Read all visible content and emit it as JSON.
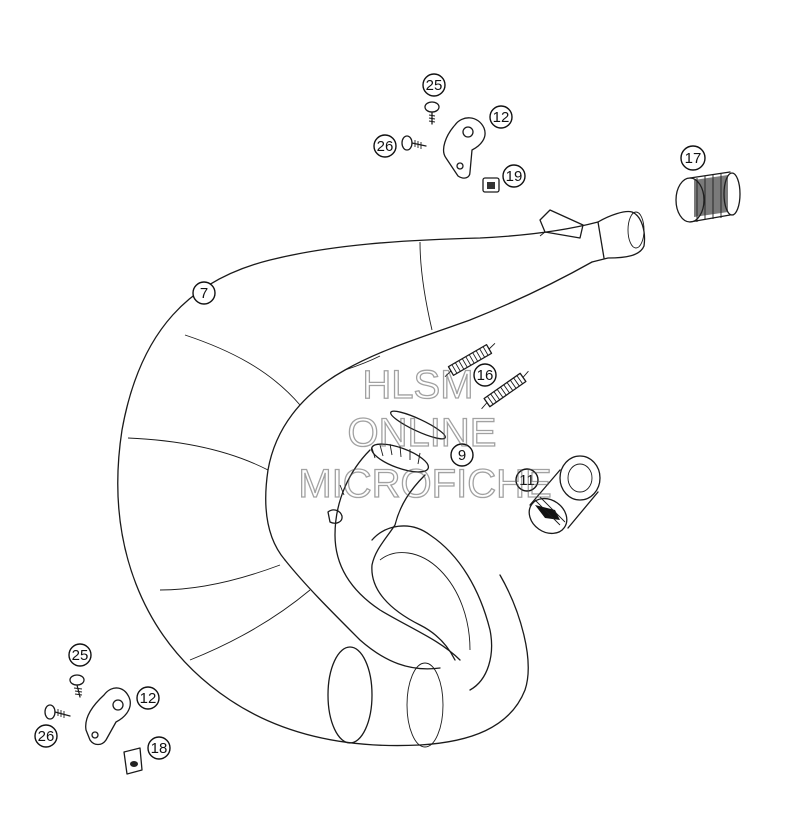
{
  "callouts": [
    {
      "id": "c-25-top",
      "label": "25"
    },
    {
      "id": "c-12-top",
      "label": "12"
    },
    {
      "id": "c-26-top",
      "label": "26"
    },
    {
      "id": "c-19",
      "label": "19"
    },
    {
      "id": "c-17",
      "label": "17"
    },
    {
      "id": "c-7",
      "label": "7"
    },
    {
      "id": "c-16",
      "label": "16"
    },
    {
      "id": "c-9",
      "label": "9"
    },
    {
      "id": "c-11",
      "label": "11"
    },
    {
      "id": "c-25-bottom",
      "label": "25"
    },
    {
      "id": "c-12-bottom",
      "label": "12"
    },
    {
      "id": "c-26-bottom",
      "label": "26"
    },
    {
      "id": "c-18",
      "label": "18"
    }
  ],
  "watermark": {
    "line1": "HLSM",
    "line2": "ONLINE",
    "line3": "MICROFICHE"
  }
}
